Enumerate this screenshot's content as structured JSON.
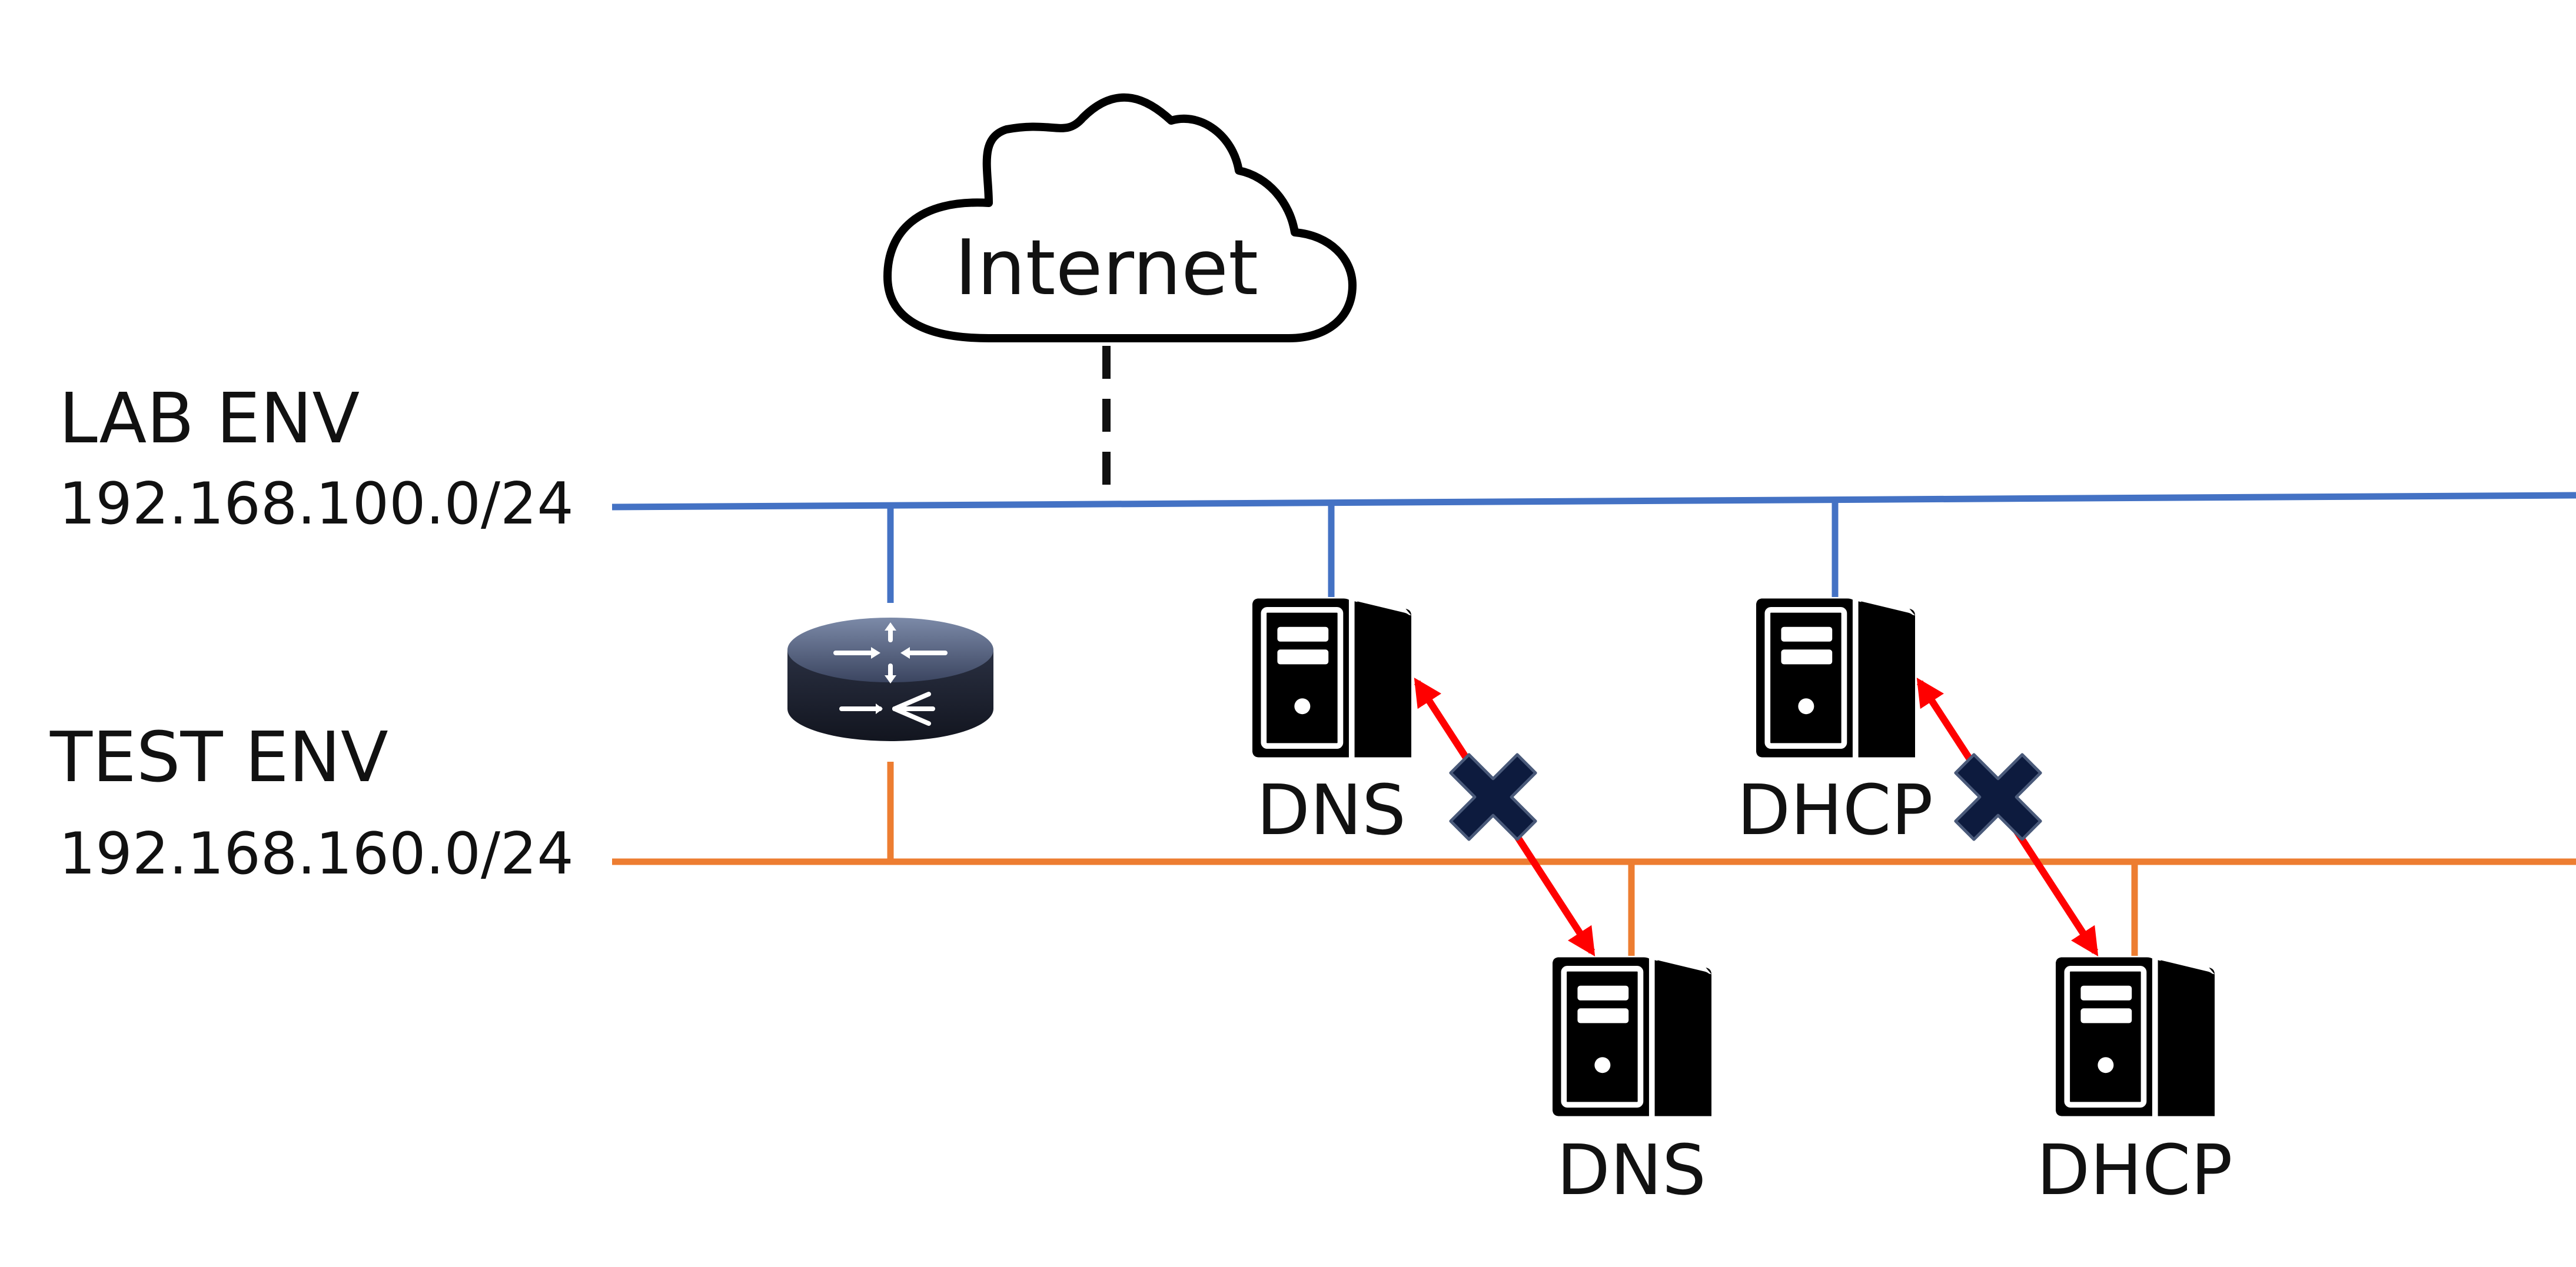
{
  "cloud": {
    "label": "Internet"
  },
  "networks": [
    {
      "id": "lab",
      "name": "LAB ENV",
      "cidr": "192.168.100.0/24",
      "color": "#4472C4"
    },
    {
      "id": "test",
      "name": "TEST ENV",
      "cidr": "192.168.160.0/24",
      "color": "#ED7D31"
    }
  ],
  "router": {
    "icon": "router-icon"
  },
  "servers": [
    {
      "id": "lab-dns",
      "label": "DNS",
      "network": "lab",
      "icon": "server-icon"
    },
    {
      "id": "lab-dhcp",
      "label": "DHCP",
      "network": "lab",
      "icon": "server-icon"
    },
    {
      "id": "test-dns",
      "label": "DNS",
      "network": "test",
      "icon": "server-icon"
    },
    {
      "id": "test-dhcp",
      "label": "DHCP",
      "network": "test",
      "icon": "server-icon"
    }
  ],
  "blocked_links": [
    {
      "from": "lab-dns",
      "to": "test-dns",
      "status": "blocked"
    },
    {
      "from": "lab-dhcp",
      "to": "test-dhcp",
      "status": "blocked"
    }
  ],
  "colors": {
    "blocked_arrow": "#FF0000",
    "block_mark": "#0D1B3E",
    "internet_link": "#111111"
  }
}
